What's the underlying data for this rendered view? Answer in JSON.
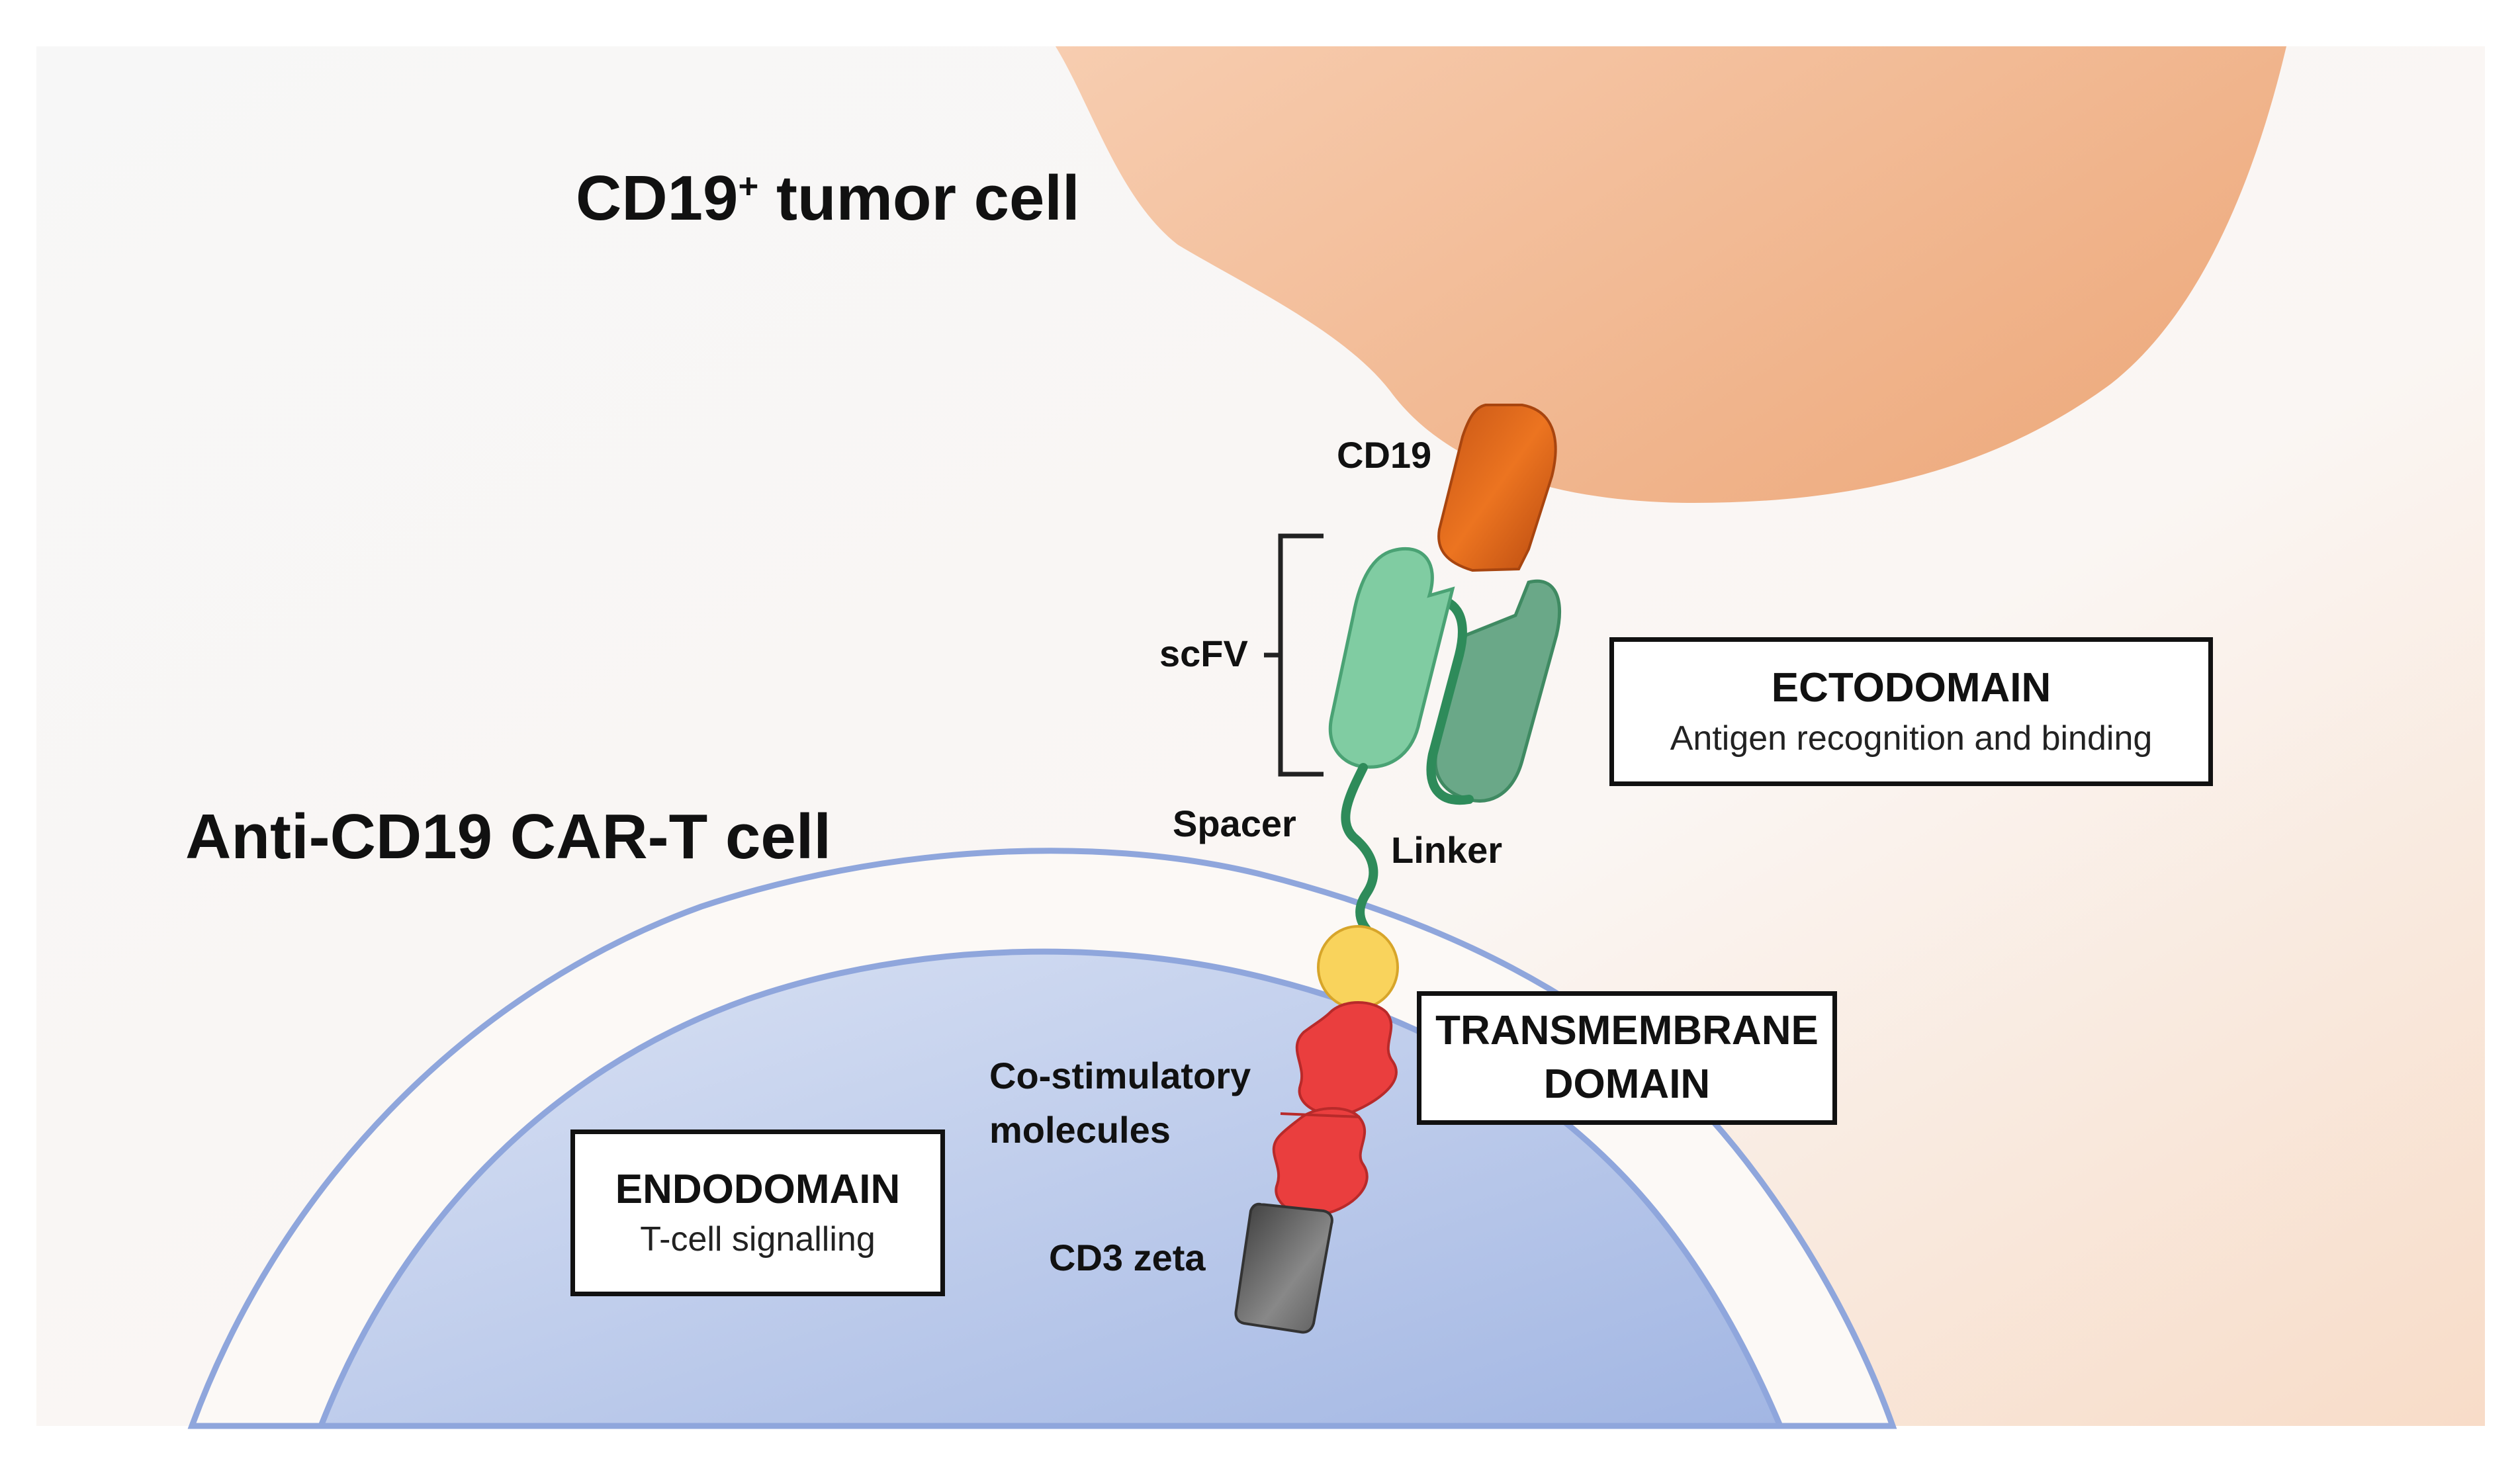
{
  "labels": {
    "tumor_cell": "CD19",
    "tumor_cell_sup": "+",
    "tumor_cell_rest": " tumor cell",
    "car_t_cell": "Anti-CD19 CAR-T cell",
    "cd19": "CD19",
    "scfv": "scFV",
    "spacer": "Spacer",
    "linker": "Linker",
    "costim_line1": "Co-stimulatory",
    "costim_line2": "molecules",
    "cd3_zeta": "CD3 zeta"
  },
  "boxes": {
    "ectodomain": {
      "title": "ECTODOMAIN",
      "subtitle": "Antigen recognition and binding"
    },
    "transmembrane": {
      "title_line1": "TRANSMEMBRANE",
      "title_line2": "DOMAIN"
    },
    "endodomain": {
      "title": "ENDODOMAIN",
      "subtitle": "T-cell signalling"
    }
  },
  "colors": {
    "tumor_cell": "#f3b88e",
    "car_t_membrane": "#8fa6dc",
    "car_t_cytoplasm": "#b3c3ea",
    "cd19": "#d9651c",
    "scfv_light": "#7fcba0",
    "scfv_dark": "#6aa888",
    "linker": "#2e8b5a",
    "transmembrane": "#f9d35c",
    "costim": "#e83a3a",
    "cd3_zeta": "#555555"
  }
}
